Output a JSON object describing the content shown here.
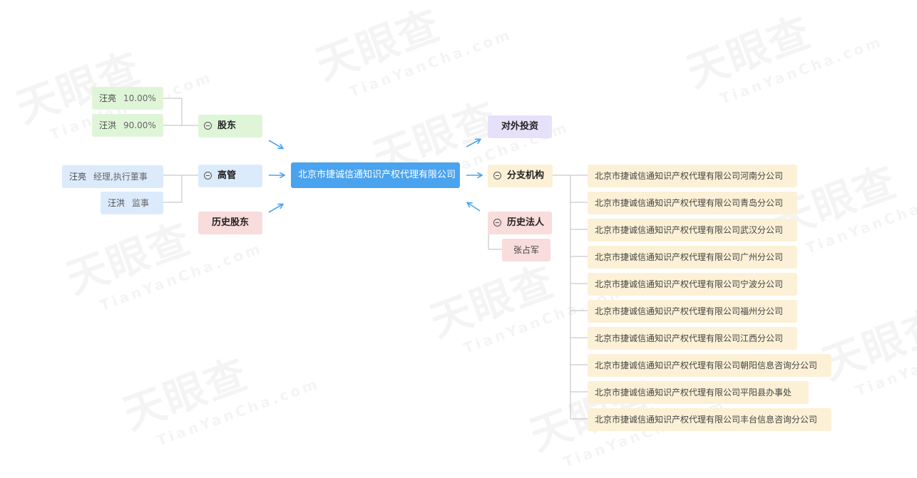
{
  "watermark": {
    "brand": "天眼查",
    "domain": "TianYanCha.com"
  },
  "center": {
    "label": "北京市捷诚信通知识产权代理有限公司"
  },
  "shareholders": {
    "label": "股东",
    "items": [
      {
        "name": "汪亮",
        "value": "10.00%"
      },
      {
        "name": "汪洪",
        "value": "90.00%"
      }
    ]
  },
  "executives": {
    "label": "高管",
    "items": [
      {
        "name": "汪亮",
        "value": "经理,执行董事"
      },
      {
        "name": "汪洪",
        "value": "监事"
      }
    ]
  },
  "history_shareholders": {
    "label": "历史股东"
  },
  "investments": {
    "label": "对外投资"
  },
  "branches": {
    "label": "分支机构",
    "items": [
      "北京市捷诚信通知识产权代理有限公司河南分公司",
      "北京市捷诚信通知识产权代理有限公司青岛分公司",
      "北京市捷诚信通知识产权代理有限公司武汉分公司",
      "北京市捷诚信通知识产权代理有限公司广州分公司",
      "北京市捷诚信通知识产权代理有限公司宁波分公司",
      "北京市捷诚信通知识产权代理有限公司福州分公司",
      "北京市捷诚信通知识产权代理有限公司江西分公司",
      "北京市捷诚信通知识产权代理有限公司朝阳信息咨询分公司",
      "北京市捷诚信通知识产权代理有限公司平阳县办事处",
      "北京市捷诚信通知识产权代理有限公司丰台信息咨询分公司"
    ]
  },
  "history_legal": {
    "label": "历史法人",
    "items": [
      "张占军"
    ]
  },
  "colors": {
    "center": "#4aa3ee",
    "arrow": "#4aa3ee",
    "shareholder": "#dff5d8",
    "executive": "#dcebfb",
    "history": "#f9dcdc",
    "investment": "#e6e0f8",
    "branch": "#fcf1d6"
  }
}
